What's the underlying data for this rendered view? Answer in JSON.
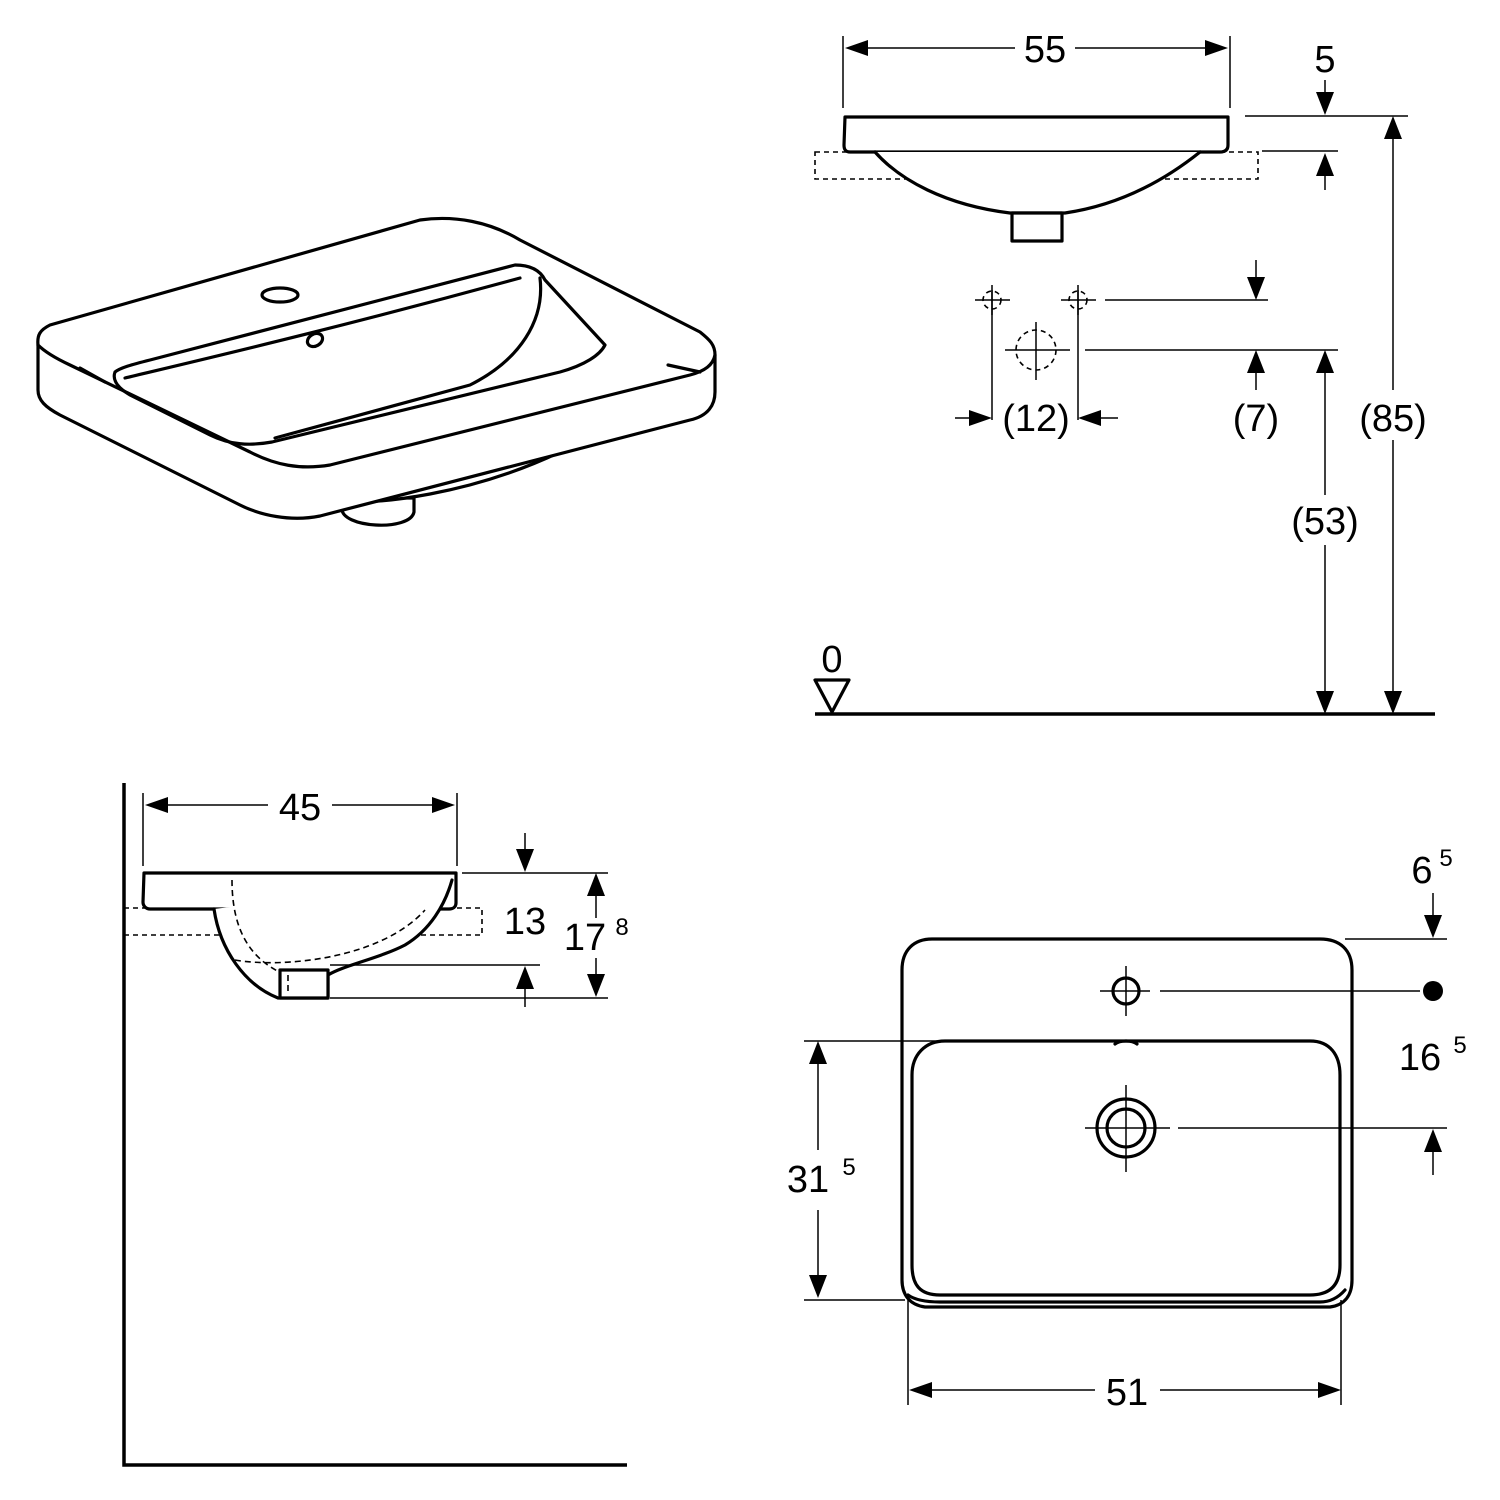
{
  "views": {
    "isometric": {
      "label": ""
    },
    "front_elevation": {
      "width": "55",
      "rim_thickness": "5",
      "tap_hole_spacing": "(12)",
      "outlet_offset": "(7)",
      "outlet_height": "(53)",
      "rim_height": "(85)",
      "floor_level": "0"
    },
    "side_section": {
      "depth": "45",
      "bowl_depth": "13",
      "total_height_main": "17",
      "total_height_sup": "8"
    },
    "top_plan": {
      "tap_offset_main": "6",
      "tap_offset_sup": "5",
      "drain_offset_main": "16",
      "drain_offset_sup": "5",
      "bowl_depth_main": "31",
      "bowl_depth_sup": "5",
      "bowl_width": "51"
    }
  }
}
